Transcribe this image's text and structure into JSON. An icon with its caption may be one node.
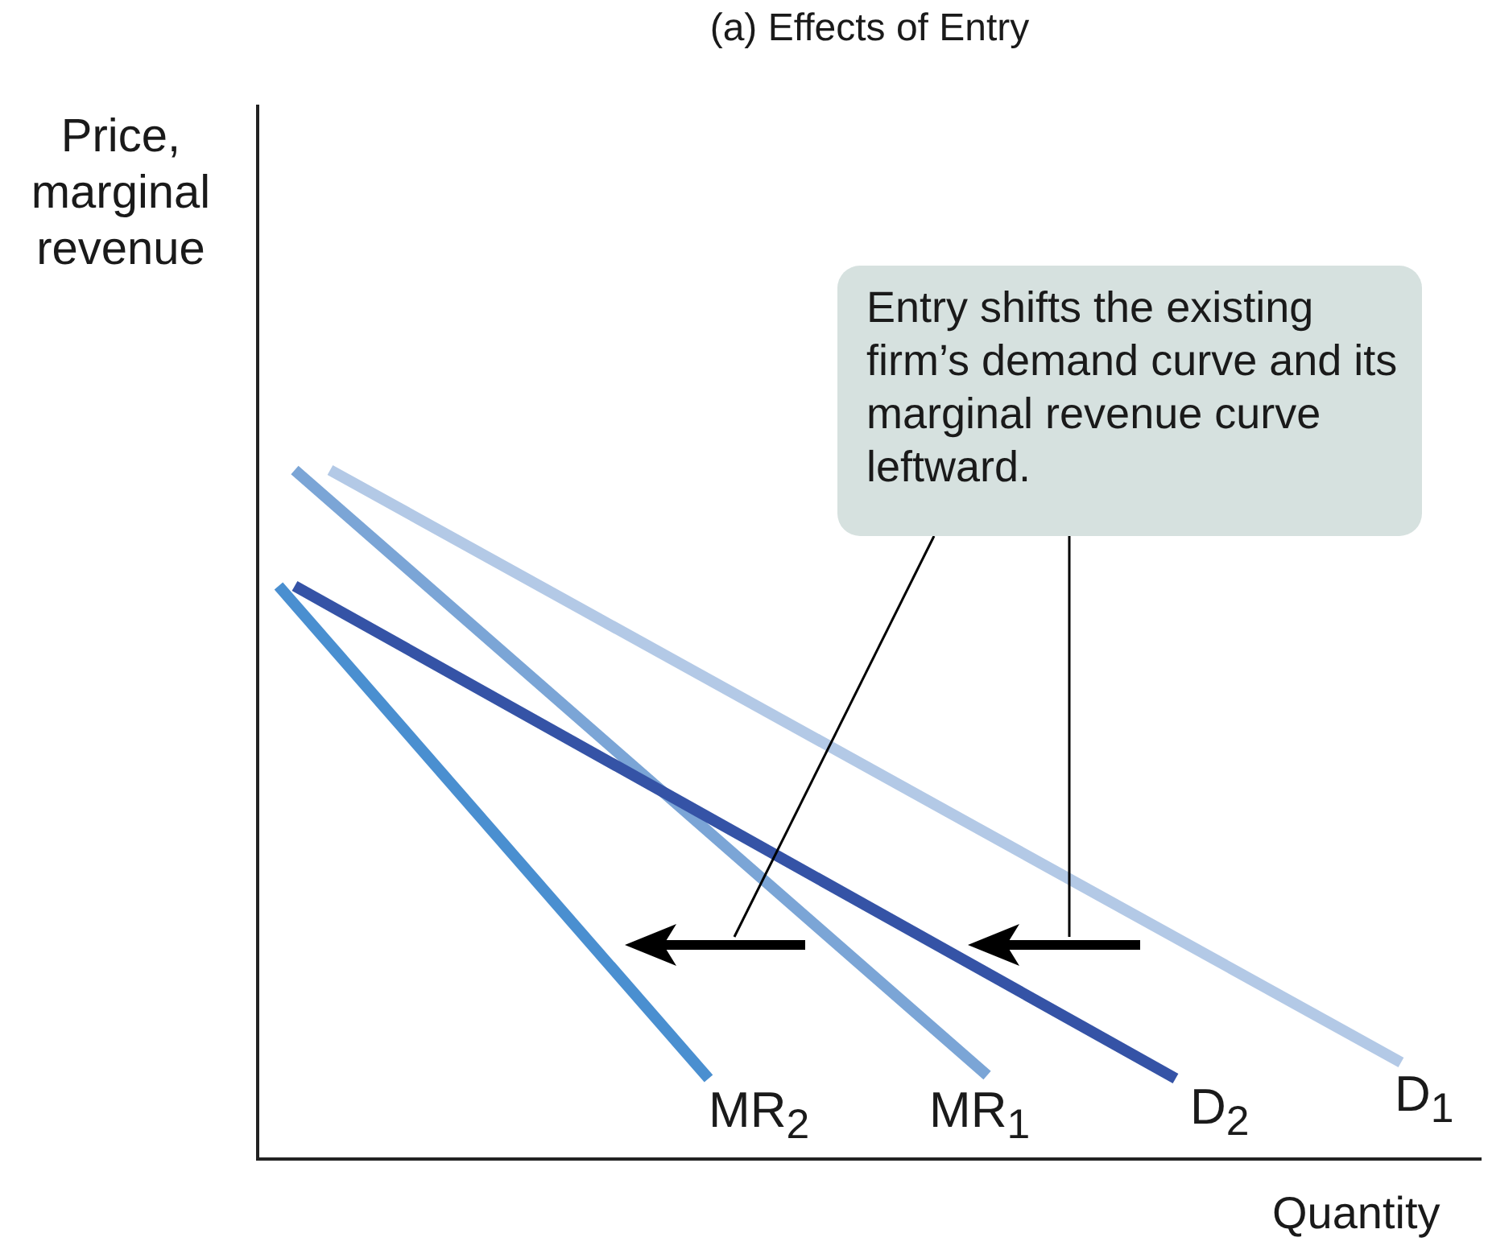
{
  "diagram": {
    "title": "(a) Effects of Entry",
    "nodes": [
      {
        "text": [
          "Entry shifts the existing firm’s demand curve and its marginal revenue curve leftward."
        ]
      },
      {
        "text": [],
        "shape": "arrow"
      },
      {
        "text": [],
        "shape": "arrow"
      }
    ],
    "edges": [
      {
        "from": 0,
        "to": 1,
        "arrow": "none"
      },
      {
        "from": 0,
        "to": 2,
        "arrow": "none"
      }
    ],
    "labels": [
      "Price, marginal revenue",
      "MR$_{2}$",
      "MR$_{1}$",
      "D$_{2}$",
      "D$_{1}$",
      "Quantity"
    ]
  }
}
